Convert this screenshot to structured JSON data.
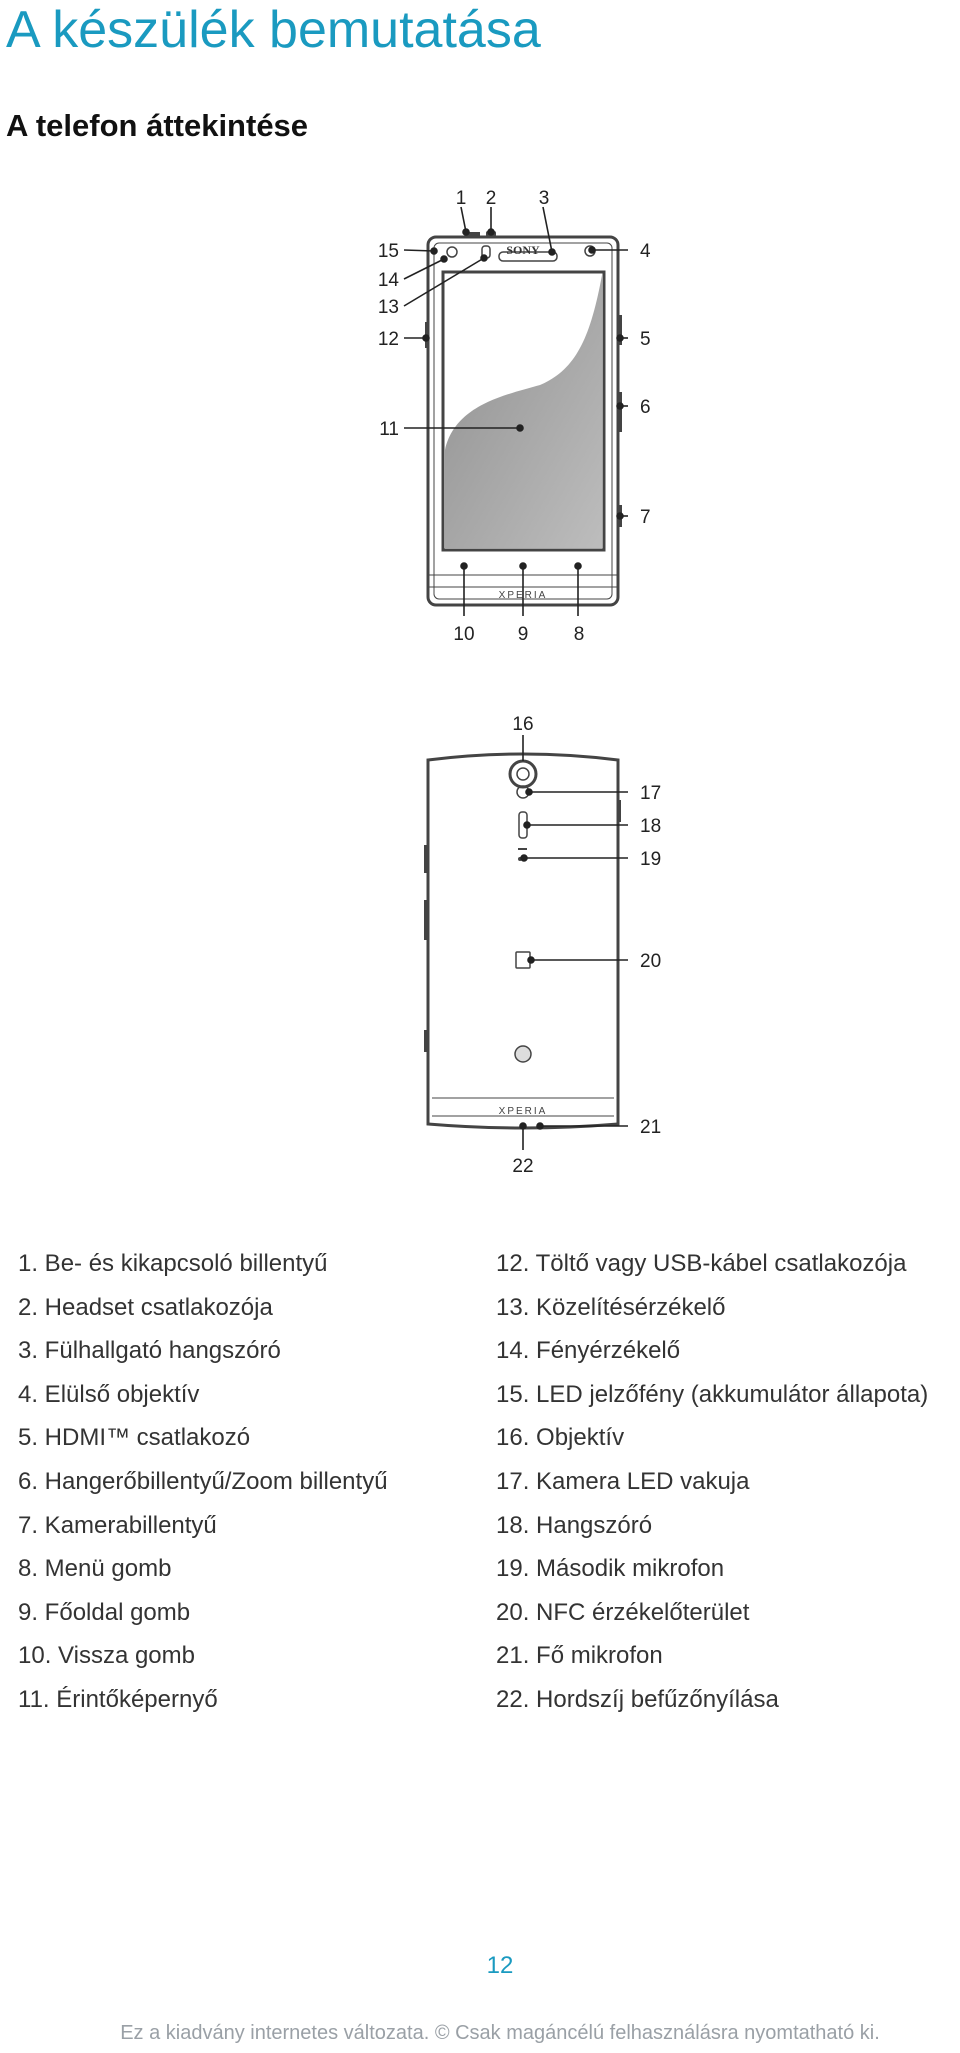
{
  "header": {
    "title": "A készülék bemutatása",
    "subtitle": "A telefon áttekintése"
  },
  "figure": {
    "front_callouts": [
      "1",
      "2",
      "3",
      "4",
      "5",
      "6",
      "7",
      "8",
      "9",
      "10",
      "11",
      "12",
      "13",
      "14",
      "15"
    ],
    "back_callouts": [
      "16",
      "17",
      "18",
      "19",
      "20",
      "21",
      "22"
    ],
    "front_logo": "SONY",
    "front_brand": "XPERIA",
    "back_brand": "XPERIA"
  },
  "legend": {
    "left": [
      "1. Be- és kikapcsoló billentyű",
      "2. Headset csatlakozója",
      "3. Fülhallgató hangszóró",
      "4. Elülső objektív",
      "5. HDMI™ csatlakozó",
      "6. Hangerőbillentyű/Zoom billentyű",
      "7. Kamerabillentyű",
      "8. Menü gomb",
      "9. Főoldal gomb",
      "10. Vissza gomb",
      "11. Érintőképernyő"
    ],
    "right": [
      "12. Töltő vagy USB-kábel csatlakozója",
      "13. Közelítésérzékelő",
      "14. Fényérzékelő",
      "15. LED jelzőfény (akkumulátor állapota)",
      "16. Objektív",
      "17. Kamera LED vakuja",
      "18. Hangszóró",
      "19. Második mikrofon",
      "20. NFC érzékelőterület",
      "21. Fő mikrofon",
      "22. Hordszíj befűzőnyílása"
    ]
  },
  "page_number": "12",
  "footer": "Ez a kiadvány internetes változata. © Csak magáncélú felhasználásra nyomtatható ki."
}
